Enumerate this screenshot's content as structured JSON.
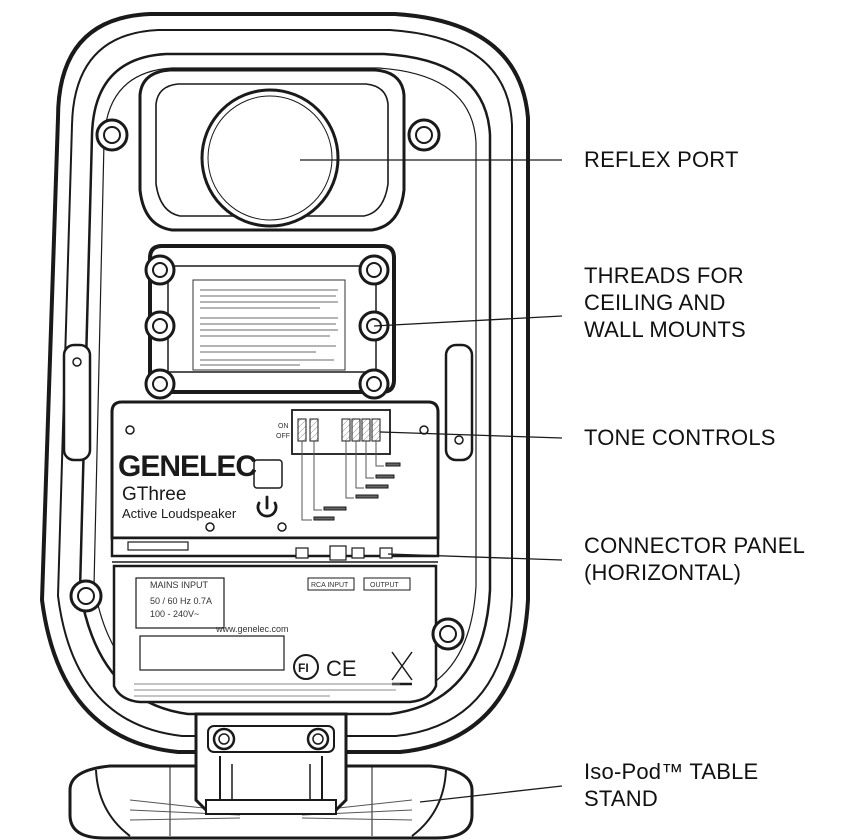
{
  "callouts": {
    "reflex_port": "REFLEX PORT",
    "threads": [
      "THREADS FOR",
      "CEILING AND",
      "WALL MOUNTS"
    ],
    "tone_controls": "TONE CONTROLS",
    "connector_panel": [
      "CONNECTOR PANEL",
      "(HORIZONTAL)"
    ],
    "iso_pod": [
      "Iso-Pod™ TABLE",
      "STAND"
    ]
  },
  "device": {
    "brand": "GENELEC",
    "model": "GThree",
    "description": "Active Loudspeaker",
    "mains_label": "MAINS INPUT",
    "mains_spec_1": "50 / 60 Hz  0.7A",
    "mains_spec_2": "100 - 240V~",
    "website": "www.genelec.com",
    "rca_input": "RCA INPUT",
    "output": "OUTPUT"
  },
  "switches": {
    "on": "ON",
    "off": "OFF"
  },
  "colors": {
    "line": "#1a1a1a",
    "fill": "#ffffff",
    "shade": "#e9e9e9"
  }
}
